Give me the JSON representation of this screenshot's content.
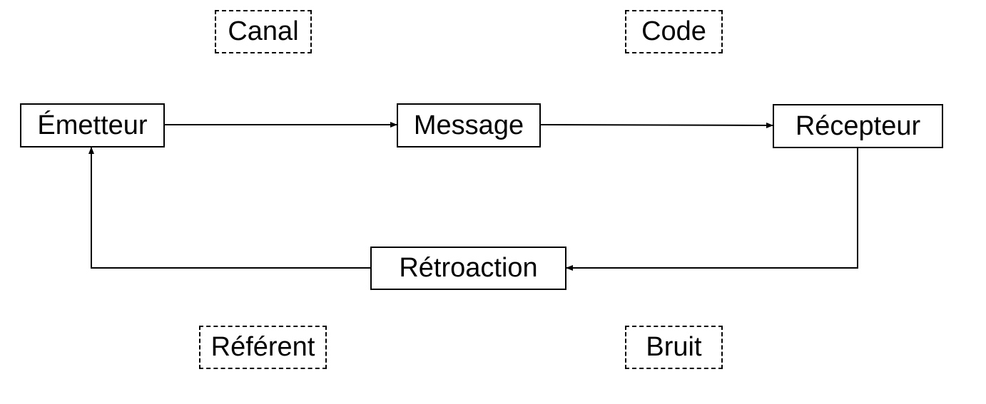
{
  "diagram": {
    "nodes": {
      "emetteur": "Émetteur",
      "message": "Message",
      "recepteur": "Récepteur",
      "retroaction": "Rétroaction"
    },
    "factors": {
      "canal": "Canal",
      "code": "Code",
      "referent": "Référent",
      "bruit": "Bruit"
    },
    "edges": [
      {
        "from": "Émetteur",
        "to": "Message"
      },
      {
        "from": "Message",
        "to": "Récepteur"
      },
      {
        "from": "Récepteur",
        "to": "Rétroaction"
      },
      {
        "from": "Rétroaction",
        "to": "Émetteur"
      }
    ],
    "colors": {
      "stroke": "#000000",
      "background": "#ffffff"
    }
  }
}
